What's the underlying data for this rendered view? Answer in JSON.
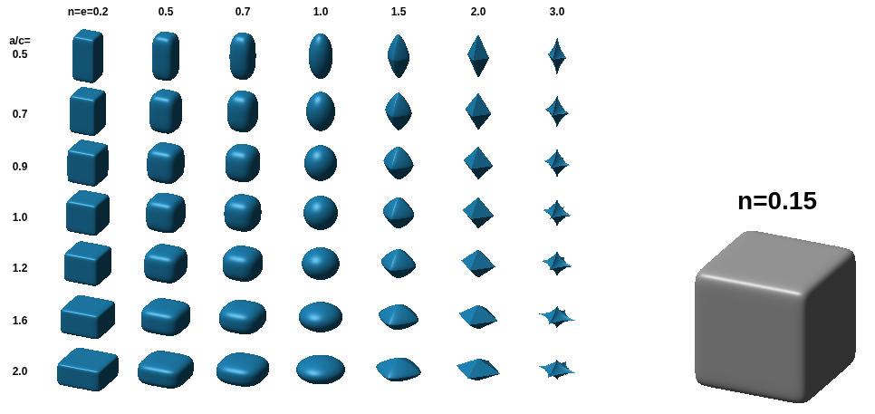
{
  "diagram": {
    "labels": [
      "n=e=0.2",
      "0.5",
      "0.7",
      "1.0",
      "1.5",
      "2.0",
      "3.0",
      "a/c=",
      "0.5",
      "0.7",
      "0.9",
      "1.0",
      "1.2",
      "1.6",
      "2.0",
      "n=0.15"
    ]
  }
}
